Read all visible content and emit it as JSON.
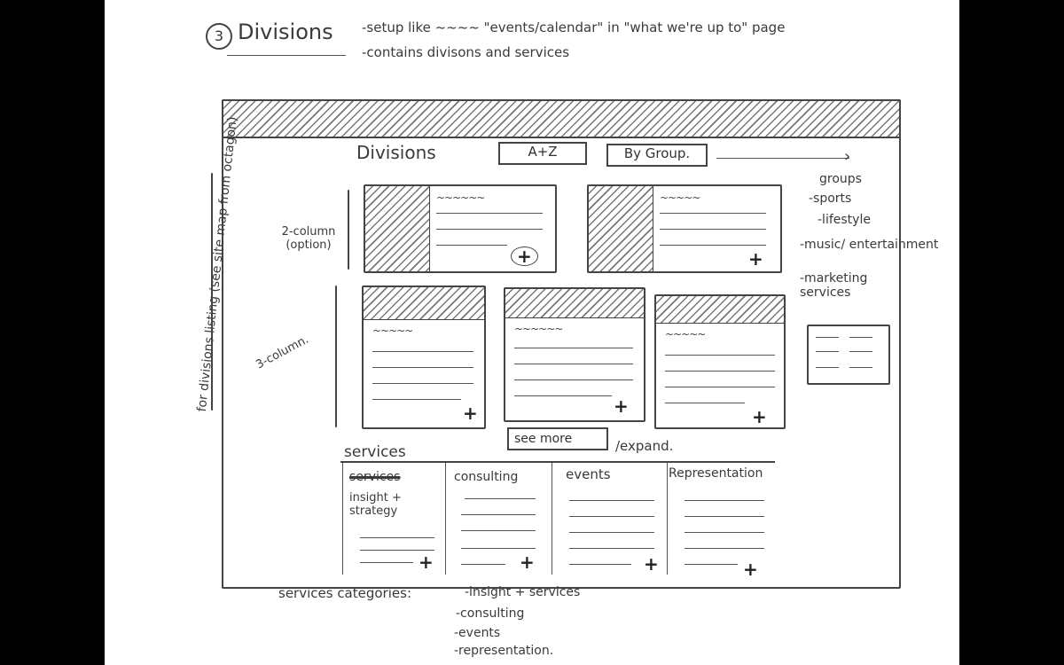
{
  "header": {
    "number": "3",
    "title": "Divisions",
    "note1": "-setup like ~~~~ \"events/calendar\" in \"what we're up to\" page",
    "note2": "-contains divisons and services"
  },
  "main": {
    "divisions_heading": "Divisions",
    "az_button": "A+Z",
    "group_button": "By Group.",
    "two_col_label": "2-column (option)",
    "three_col_label": "3-column.",
    "side_note": "for divisions listing (see site map from octagon)",
    "see_more": "see more",
    "expand": "/expand.",
    "plus": "+"
  },
  "groups": {
    "title": "groups",
    "items": [
      "-sports",
      "-lifestyle",
      "-music/ entertainment",
      "-marketing services"
    ]
  },
  "services": {
    "heading": "services",
    "columns": [
      {
        "label": "insight + strategy",
        "struck": "services"
      },
      {
        "label": "consulting"
      },
      {
        "label": "events"
      },
      {
        "label": "Representation"
      }
    ]
  },
  "footer": {
    "title": "services categories:",
    "items": [
      "-insight + services",
      "-consulting",
      "-events",
      "-representation."
    ]
  }
}
